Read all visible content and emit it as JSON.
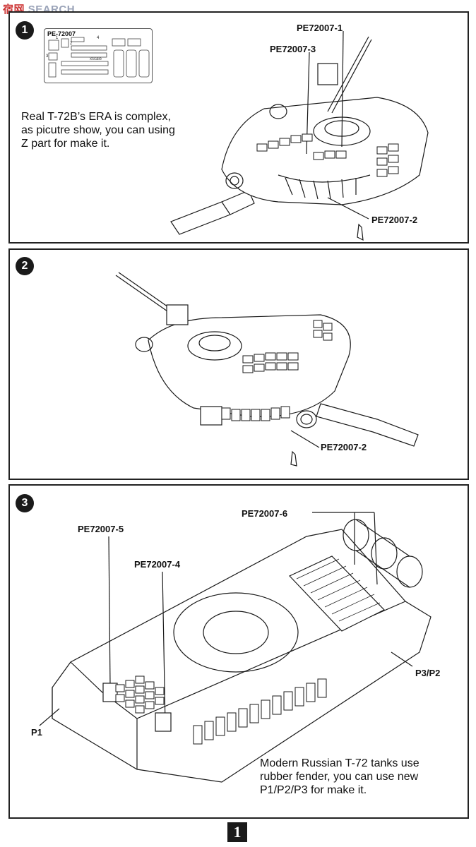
{
  "watermark": {
    "cn": "宿网",
    "en": "SEARCH"
  },
  "steps": {
    "step1": {
      "number": "1",
      "sprue_code": "PE-72007",
      "sprue_logo": "xscale",
      "sprue_numbers": [
        "1",
        "2",
        "3",
        "4"
      ],
      "labels": [
        "PE72007-1",
        "PE72007-3",
        "PE72007-2"
      ],
      "note": [
        "Real T-72B’s ERA is complex,",
        "as picutre show, you can  using",
        "Z part for make it."
      ]
    },
    "step2": {
      "number": "2",
      "labels": [
        "PE72007-2"
      ]
    },
    "step3": {
      "number": "3",
      "labels": [
        "PE72007-6",
        "PE72007-5",
        "PE72007-4",
        "P3/P2",
        "P1"
      ],
      "note": [
        "Modern Russian T-72 tanks use",
        "rubber fender, you can use new",
        "P1/P2/P3 for make it."
      ]
    }
  },
  "page_number": "1"
}
